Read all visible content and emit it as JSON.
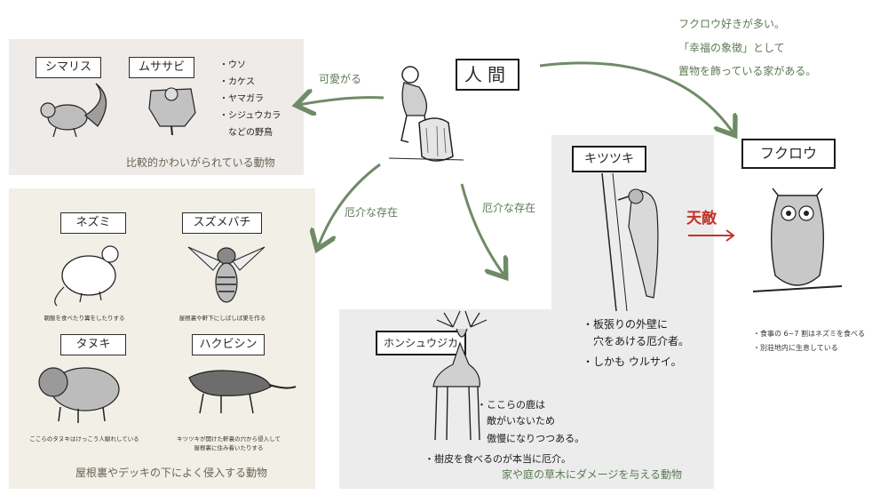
{
  "human": {
    "label": "人間"
  },
  "arrows": {
    "cute": "可愛がる",
    "nuisance_left": "厄介な存在",
    "nuisance_mid": "厄介な存在",
    "enemy": "天敵"
  },
  "owl_note": {
    "line1": "フクロウ好きが多い。",
    "line2": "「幸福の象徴」として",
    "line3": "置物を飾っている家がある。"
  },
  "panel_cute": {
    "animal1": "シマリス",
    "animal2": "ムササビ",
    "birds": [
      "・ウソ",
      "・カケス",
      "・ヤマガラ",
      "・シジュウカラ",
      "　などの野鳥"
    ],
    "caption": "比較的かわいがられている動物"
  },
  "panel_invade": {
    "animal1": "ネズミ",
    "animal1_note": "朝飯を食べたり糞をしたりする",
    "animal2": "スズメバチ",
    "animal2_note": "屋根裏や軒下にしばしば巣を作る",
    "animal3": "タヌキ",
    "animal3_note": "ここらのタヌキはけっこう人馴れしている",
    "animal4": "ハクビシン",
    "animal4_note1": "キツツキが開けた軒裏の穴から侵入して",
    "animal4_note2": "屋根裏に住み着いたりする",
    "caption": "屋根裏やデッキの下によく侵入する動物"
  },
  "panel_damage": {
    "woodpecker": "キツツキ",
    "woodpecker_note1": "・板張りの外壁に",
    "woodpecker_note2": "　穴をあける厄介者。",
    "woodpecker_note3": "・しかも ウルサイ。",
    "deer": "ホンシュウジカ",
    "deer_note1": "・ここらの鹿は",
    "deer_note2": "　敵がいないため",
    "deer_note3": "　傲慢になりつつある。",
    "deer_note4": "・樹皮を食べるのが本当に厄介。",
    "caption": "家や庭の草木にダメージを与える動物"
  },
  "owl": {
    "label": "フクロウ",
    "note1": "・食事の 6~7 割はネズミを食べる",
    "note2": "・別荘地内に生息している"
  },
  "colors": {
    "arrow": "#6f8b66",
    "enemy": "#c0342b",
    "panel_cute": "#efebe9",
    "panel_invade": "#f1efe6",
    "panel_damage": "#ececec"
  }
}
